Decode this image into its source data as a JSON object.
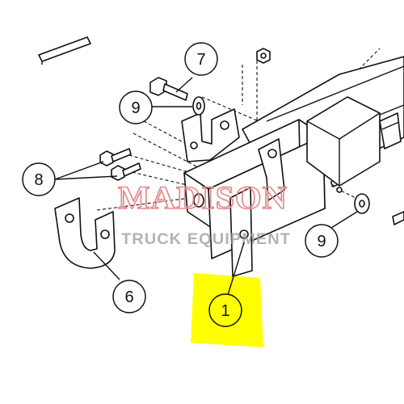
{
  "diagram": {
    "callouts": [
      {
        "id": "c7",
        "label": "7"
      },
      {
        "id": "c9a",
        "label": "9"
      },
      {
        "id": "c8",
        "label": "8"
      },
      {
        "id": "c6",
        "label": "6"
      },
      {
        "id": "c1",
        "label": "1"
      },
      {
        "id": "c9b",
        "label": "9"
      }
    ],
    "highlight_color": "#ffff00",
    "watermark": {
      "main": "MADISON",
      "sub": "TRUCK EQUIPMENT",
      "color": "#e58a8a"
    }
  }
}
